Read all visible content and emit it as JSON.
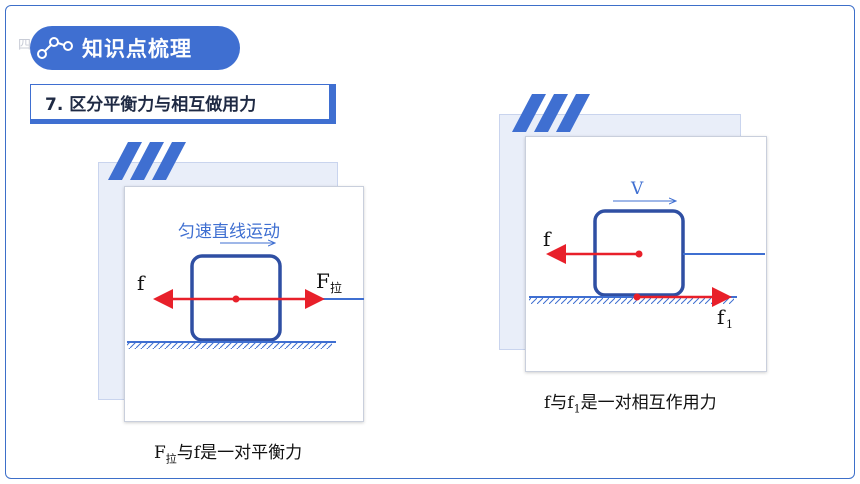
{
  "header": {
    "title": "知识点梳理",
    "ghost_char": "四"
  },
  "section": {
    "heading": "7. 区分平衡力与相互做用力"
  },
  "diagram_left": {
    "motion_label": "匀速直线运动",
    "force_left": "f",
    "force_right": "F",
    "force_right_sub": "拉",
    "caption_main": "F",
    "caption_sub": "拉",
    "caption_rest": "与f是一对平衡力"
  },
  "diagram_right": {
    "velocity_label": "V",
    "force_left": "f",
    "force_bottom": "f",
    "force_bottom_sub": "1",
    "caption_main": "f与f",
    "caption_sub": "1",
    "caption_rest": "是一对相互作用力"
  },
  "colors": {
    "accent": "#3f6fd1",
    "arrow": "#e8202a",
    "block": "#2f4fa3"
  }
}
